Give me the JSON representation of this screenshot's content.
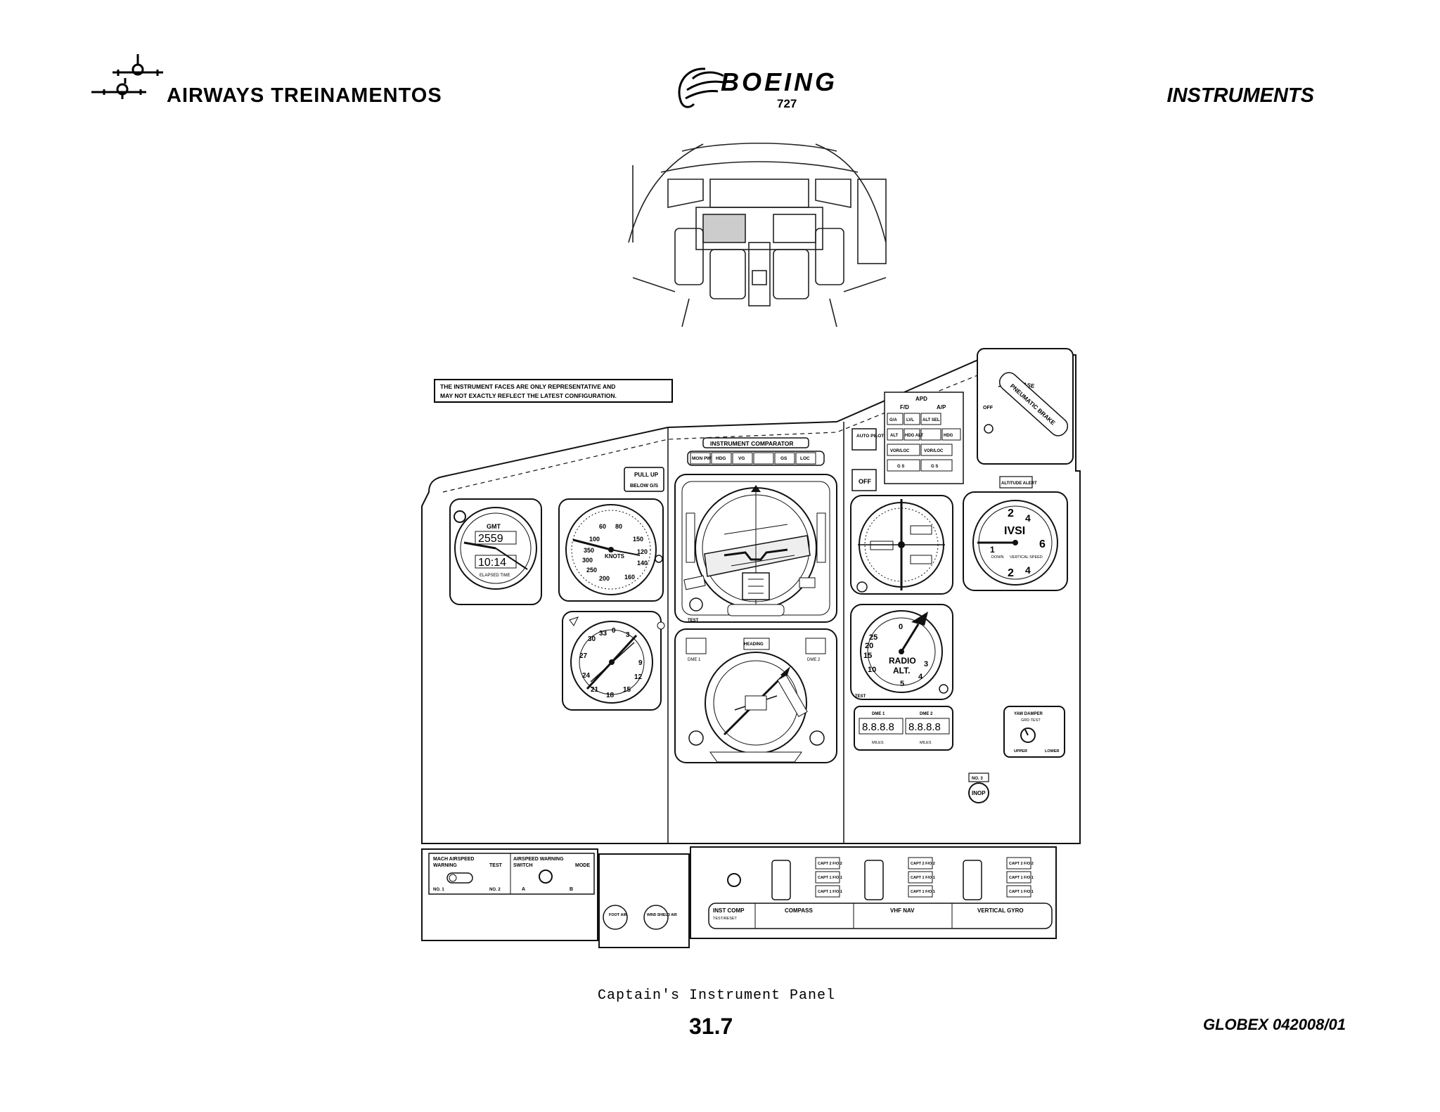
{
  "header": {
    "company": "AIRWAYS  TREINAMENTOS",
    "brand": "BOEING",
    "model": "727",
    "section": "INSTRUMENTS"
  },
  "figure": {
    "caption": "Captain's Instrument Panel",
    "notice_line1": "THE INSTRUMENT FACES ARE ONLY REPRESENTATIVE AND",
    "notice_line2": "MAY NOT EXACTLY REFLECT THE LATEST CONFIGURATION.",
    "labels": {
      "instrument_comparator": "INSTRUMENT COMPARATOR",
      "comparator_buttons": [
        "MON PWR",
        "HDG",
        "VG",
        "",
        "GS",
        "LOC"
      ],
      "pull_up": "PULL UP",
      "below_gs": "BELOW G/S",
      "auto_pilot": "AUTO PILOT",
      "off": "OFF",
      "apd": "APD",
      "fd": "F/D",
      "ap": "A/P",
      "apd_grid": [
        "G/A",
        "LVL",
        "ALT SEL",
        "ALT",
        "HDG ALT",
        "HDG",
        "VOR/LOC",
        "VOR/LOC",
        "",
        "G S",
        "G S",
        ""
      ],
      "increase": "INCREASE",
      "pneumatic_brake": "PNEUMATIC BRAKE",
      "altitude_alert": "ALTITUDE ALERT",
      "clock_gmt": "GMT",
      "clock_top": "2559",
      "clock_bottom": "10:14",
      "clock_sub": "ELAPSED TIME",
      "asi_knots": "KNOTS",
      "asi_ticks": [
        "60",
        "80",
        "100",
        "150",
        "120",
        "350",
        "300",
        "250",
        "200",
        "140",
        "160"
      ],
      "ivsi": "IVSI",
      "ivsi_down": "DOWN",
      "ivsi_vs": "VERTICAL SPEED",
      "ivsi_ticks": [
        "2",
        "4",
        "6",
        "1",
        "2",
        "4"
      ],
      "radio_alt_1": "RADIO",
      "radio_alt_2": "ALT.",
      "radio_alt_ticks": [
        "25",
        "20",
        "15",
        "10",
        "0",
        "3",
        "4",
        "5"
      ],
      "test": "TEST",
      "heading": "HEADING",
      "dme1": "DME 1",
      "dme2": "DME 2",
      "dme_units": "MILES",
      "dme_value": "8.8.8.8",
      "yaw_damper": "YAW DAMPER",
      "yaw_sub": "GRD TEST",
      "upper": "UPPER",
      "lower": "LOWER",
      "no3": "NO. 3",
      "inop": "INOP",
      "mach_airspeed_warning": "MACH AIRSPEED",
      "warning": "WARNING",
      "test_word": "TEST",
      "airspeed_warning_switch": "AIRSPEED WARNING",
      "switch": "SWITCH",
      "mode": "MODE",
      "no1": "NO. 1",
      "no2": "NO. 2",
      "a": "A",
      "b": "B",
      "foot_air": "FOOT AIR",
      "wind_shield_air": "WIND SHIELD AIR",
      "inst_comp": "INST COMP",
      "test_reset": "TEST/RESET",
      "compass": "COMPASS",
      "vhf_nav": "VHF NAV",
      "vertical_gyro": "VERTICAL GYRO",
      "capt_fo": [
        "CAPT 2 F/O 2",
        "CAPT 1 F/O 1",
        "CAPT 1 F/O 1"
      ],
      "rmi_ticks": [
        "33",
        "30",
        "0",
        "3",
        "27",
        "9",
        "24",
        "12",
        "21",
        "15",
        "18"
      ]
    }
  },
  "page_number": "31.7",
  "footer": {
    "code": "GLOBEX 042008/01"
  }
}
